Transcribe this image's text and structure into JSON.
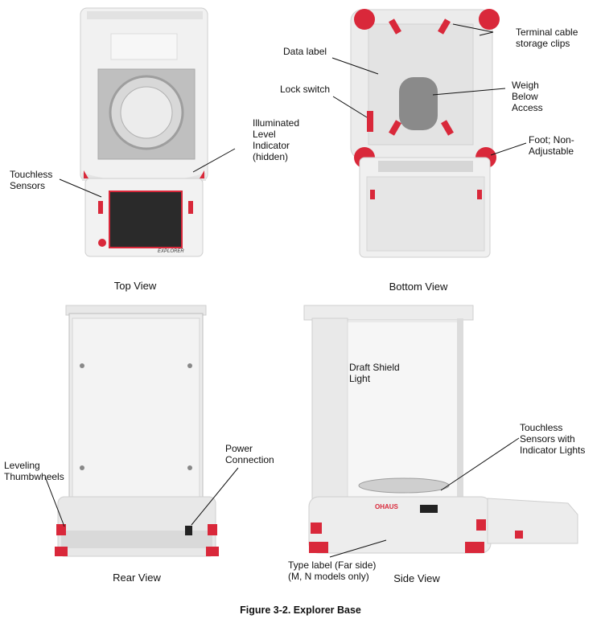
{
  "views": {
    "top": {
      "caption": "Top View",
      "labels": {
        "illuminated_level": "Illuminated\nLevel\nIndicator\n(hidden)",
        "touchless_sensors": "Touchless\nSensors"
      },
      "brand_text": "EXPLORER"
    },
    "bottom": {
      "caption": "Bottom View",
      "labels": {
        "terminal_clips": "Terminal cable\nstorage clips",
        "data_label": "Data label",
        "lock_switch": "Lock switch",
        "weigh_below": "Weigh\nBelow\nAccess",
        "foot": "Foot; Non-\nAdjustable"
      }
    },
    "rear": {
      "caption": "Rear View",
      "labels": {
        "leveling": "Leveling\nThumbwheels",
        "power": "Power\nConnection"
      }
    },
    "side": {
      "caption": "Side View",
      "labels": {
        "draft_shield": "Draft Shield\nLight",
        "touchless_lights": "Touchless\nSensors with\nIndicator Lights",
        "type_label": "Type label (Far side)\n(M, N models only)"
      },
      "brand_text": "OHAUS"
    }
  },
  "figure_caption": "Figure 3-2. Explorer Base",
  "colors": {
    "accent_red": "#d9283a",
    "body_white": "#efefef",
    "shadow_grey": "#c9c9c9"
  }
}
